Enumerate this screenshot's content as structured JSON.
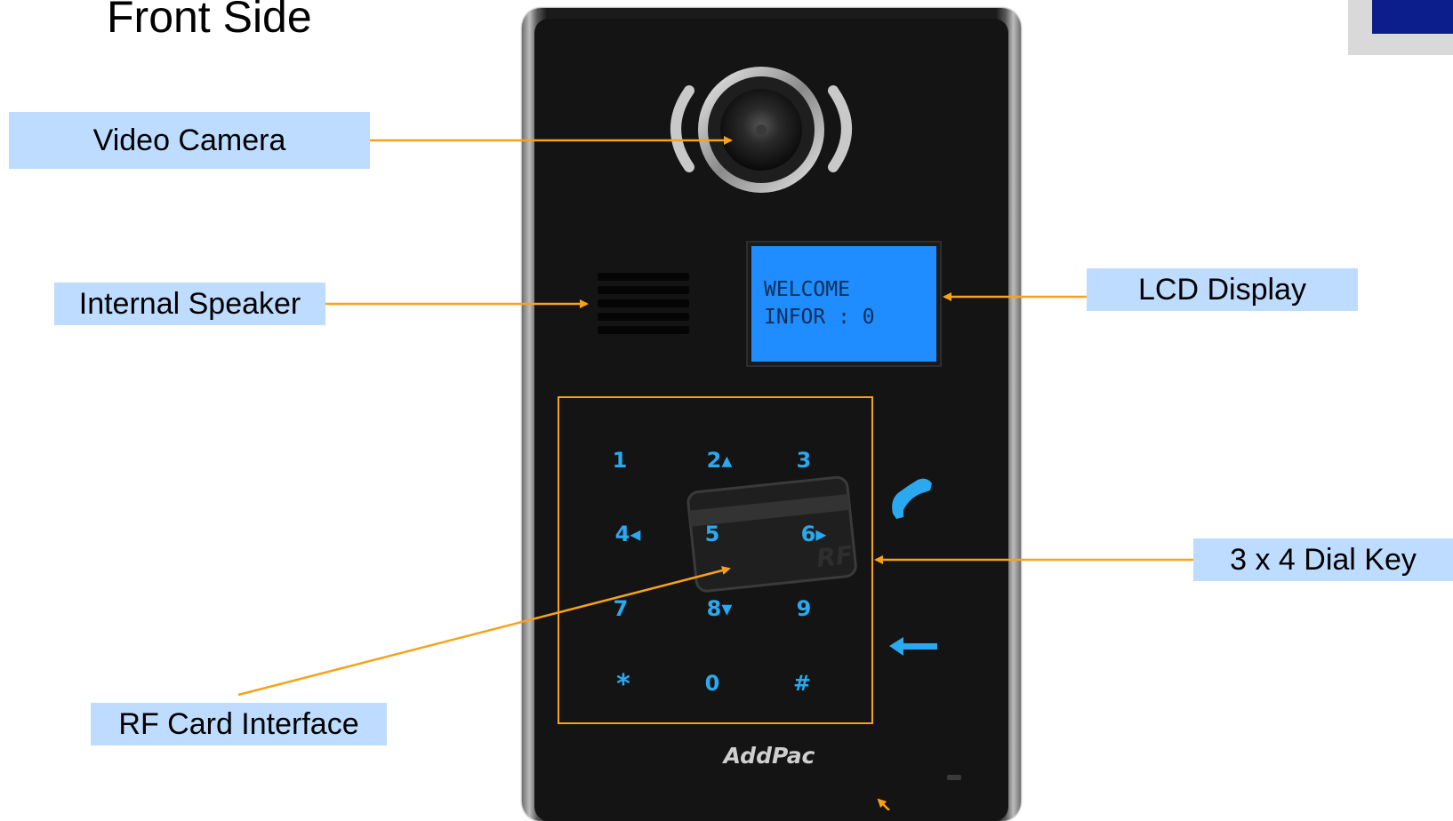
{
  "title": "Front Side",
  "labels": {
    "video_camera": "Video Camera",
    "internal_speaker": "Internal Speaker",
    "lcd_display": "LCD Display",
    "dial_key": "3 x 4 Dial Key",
    "rf_card": "RF Card Interface"
  },
  "lcd_lines": [
    "WELCOME",
    "INFOR : 0"
  ],
  "keys": [
    "1",
    "2▴",
    "3",
    "4◂",
    "5",
    "6▸",
    "7",
    "8▾",
    "9",
    "*",
    "0",
    "#"
  ],
  "rf_card_text": "RF",
  "brand": "AddPac",
  "colors": {
    "callout_bg": "#bddcff",
    "arrow": "#f7a21a",
    "key_blue": "#2aa9ef",
    "lcd_blue": "#1f8cff",
    "navy": "#0c1d8c"
  }
}
